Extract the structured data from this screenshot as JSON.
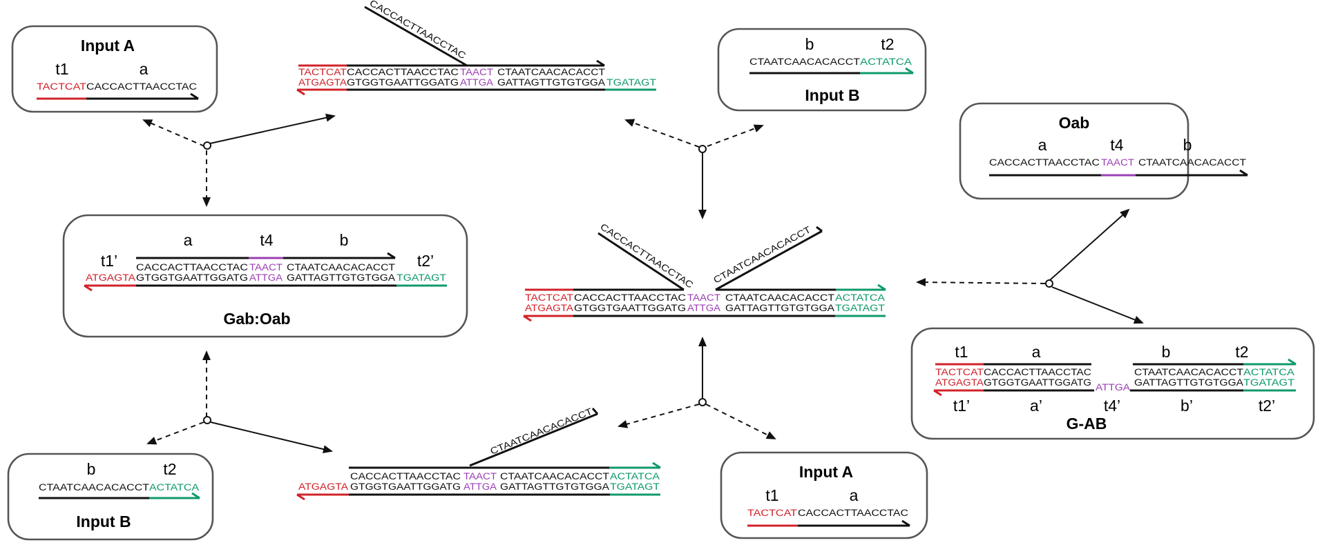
{
  "colors": {
    "t1": "#d12229",
    "t2": "#0f9a6a",
    "t4": "#9b3fb3",
    "main": "#111111",
    "box_stroke": "#555555"
  },
  "seq": {
    "t1": "TACTCAT",
    "t1c": "ATGAGTA",
    "a": "CACCACTTAACCTAC",
    "ac": "GTGGTGAATTGGATG",
    "t4": "TAACT",
    "t4c": "ATTGA",
    "b": "CTAATCAACACACCT",
    "bc": "GATTAGTTGTGTGGA",
    "t2": "ACTATCA",
    "t2c": "TGATAGT"
  },
  "labels": {
    "t1": "t1",
    "t2": "t2",
    "t4": "t4",
    "a": "a",
    "b": "b",
    "t1p": "t1’",
    "t2p": "t2’",
    "t4p": "t4’",
    "ap": "a’",
    "bp": "b’"
  },
  "boxes": {
    "input_a_top": "Input A",
    "input_b_top": "Input B",
    "oab": "Oab",
    "gab_oab": "Gab:Oab",
    "gab": "G-AB",
    "input_b_bottom": "Input B",
    "input_a_bottom": "Input A"
  }
}
